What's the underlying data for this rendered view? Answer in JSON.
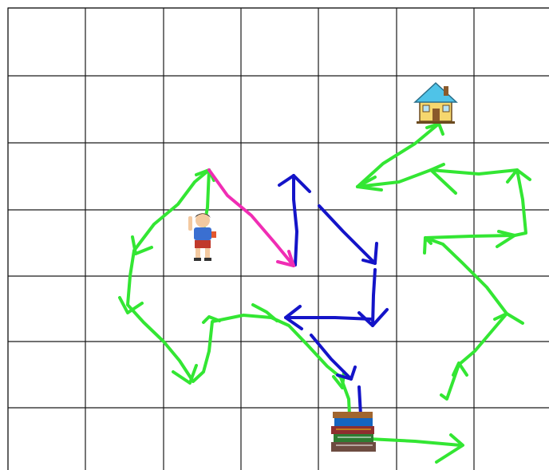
{
  "grid": {
    "columns": 7,
    "rows": 7,
    "line_color": "#1a1a1a"
  },
  "colors": {
    "green": "#33e633",
    "blue": "#1414c8",
    "magenta": "#f02db4"
  },
  "items": {
    "house": {
      "icon": "house-icon",
      "cell": [
        5,
        1
      ]
    },
    "child": {
      "icon": "child-figure-icon",
      "cell": [
        2,
        3
      ]
    },
    "books": {
      "icon": "book-stack-icon",
      "cell": [
        4,
        6
      ]
    }
  },
  "paths": [
    {
      "name": "green-path-left",
      "color": "green",
      "from": "child",
      "to": "books"
    },
    {
      "name": "green-path-right",
      "color": "green",
      "from": "books",
      "to": "house"
    },
    {
      "name": "blue-path",
      "color": "blue",
      "to": "books"
    },
    {
      "name": "magenta-path",
      "color": "magenta",
      "from": "child"
    }
  ]
}
